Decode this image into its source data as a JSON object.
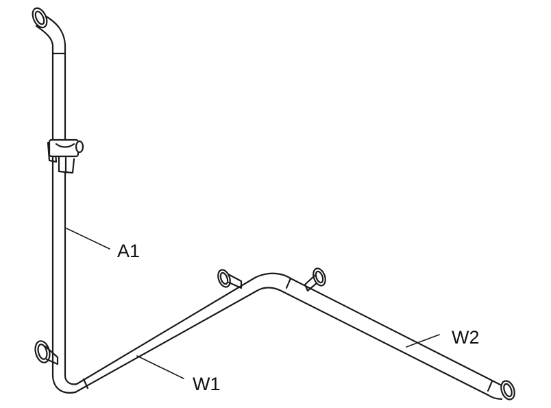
{
  "labels": {
    "a1": "A1",
    "w1": "W1",
    "w2": "W2"
  },
  "colors": {
    "stroke": "#1a1a1a",
    "background": "#ffffff"
  }
}
